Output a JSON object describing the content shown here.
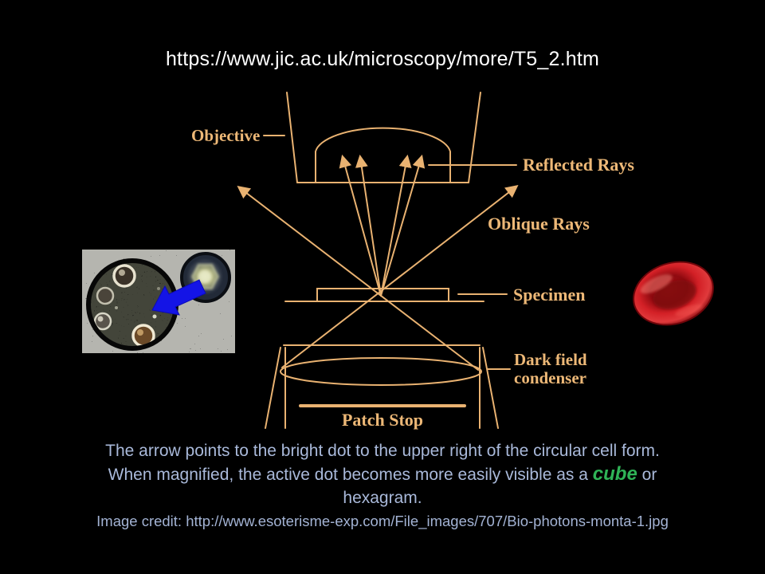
{
  "slide": {
    "title_url": "https://www.jic.ac.uk/microscopy/more/T5_2.htm",
    "colors": {
      "background": "#000000",
      "title_text": "#ffffff",
      "diagram_line": "#e9b271",
      "diagram_label": "#edb877",
      "caption_text": "#a9b9da",
      "cube_green": "#2fb457",
      "arrow_blue": "#1414e6",
      "rbc_red": "#c41a20"
    },
    "diagram": {
      "type": "dark-field-microscopy-ray-diagram",
      "labels": {
        "objective": "Objective",
        "reflected_rays": "Reflected Rays",
        "oblique_rays": "Oblique Rays",
        "specimen": "Specimen",
        "condenser_line1": "Dark field",
        "condenser_line2": "condenser",
        "patch_stop": "Patch Stop"
      }
    },
    "inset": {
      "icons": [
        "dark-field-micrograph-inset",
        "magnified-cell-circle",
        "bright-dot-circle",
        "blue-arrow-icon"
      ]
    },
    "right_image": {
      "icon": "red-blood-cell-image"
    },
    "caption": {
      "line1": "The arrow points to the bright dot to the upper right of the circular cell form.",
      "line2_before": "When magnified, the active dot becomes more easily visible as a",
      "line2_highlight": "cube",
      "line2_after": "or",
      "line3": "hexagram.",
      "credit": "Image credit: http://www.esoterisme-exp.com/File_images/707/Bio-photons-monta-1.jpg"
    }
  }
}
